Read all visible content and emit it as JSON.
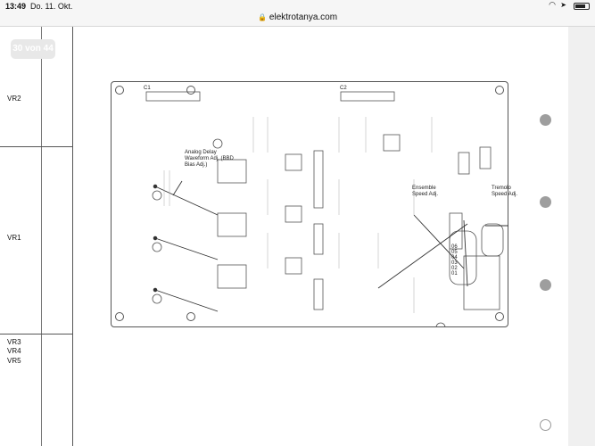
{
  "status_bar": {
    "time": "13:49",
    "date": "Do. 11. Okt."
  },
  "browser": {
    "url": "elektrotanya.com"
  },
  "viewer": {
    "page_indicator": "30 von 44"
  },
  "side_labels": {
    "vr2": "VR2",
    "vr1": "VR1",
    "vr3": "VR3",
    "vr4": "VR4",
    "vr5": "VR5"
  },
  "annotations": {
    "analog_delay": "Analog Delay Waveform Adj. (BBD Bias Adj.)",
    "ensemble": "Ensemble Speed Adj.",
    "tremolo": "Tremolo Speed Adj."
  },
  "board_labels": {
    "c1": "C1",
    "c2": "C2",
    "ic_pins": [
      "06",
      "05",
      "04",
      "03",
      "02",
      "01"
    ]
  },
  "icons": {
    "lock": "lock-icon",
    "wifi": "wifi-icon",
    "battery": "battery-icon",
    "location": "location-arrow-icon"
  }
}
